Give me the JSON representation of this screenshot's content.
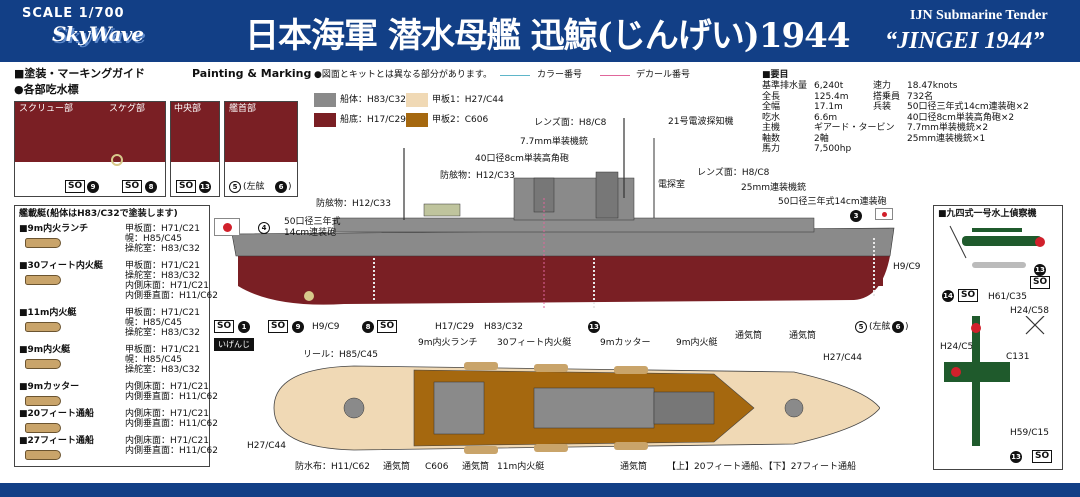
{
  "header": {
    "scale": "SCALE 1/700",
    "brand": "SkyWave",
    "title": "日本海軍 潜水母艦 迅鯨(じんげい)1944",
    "subtitle_en": "IJN Submarine Tender",
    "name_en": "“JINGEI 1944”"
  },
  "guide": {
    "title": "■塗装・マーキングガイド",
    "title_en": "Painting & Marking",
    "note": "●図面とキットとは異なる部分があります。",
    "legend_color": "カラー番号",
    "legend_decal": "デカール番号"
  },
  "draught": {
    "title": "●各部吃水標",
    "labels": [
      "スクリュー部",
      "スケグ部",
      "中央部",
      "艦首部"
    ],
    "so_labels": [
      "SO",
      "SO",
      "SO"
    ],
    "nums": [
      "9",
      "8",
      "13",
      "5"
    ],
    "bow_note": "(左舷",
    "bow_num": "6",
    "bow_close": ")"
  },
  "swatches": {
    "hull": "船体：H83/C32",
    "bottom": "船底：H17/C29",
    "deck1": "甲板1：H27/C44",
    "deck2": "甲板2：C606"
  },
  "colors": {
    "header": "#123f86",
    "hull": "#8a8a8a",
    "bottom": "#7a1f24",
    "deck1": "#f0d9b5",
    "deck2": "#a5680f",
    "cyan": "#5fb6c9",
    "magenta": "#e0669b"
  },
  "specs": {
    "title": "■要目",
    "rows": [
      [
        "基準排水量",
        "6,240t"
      ],
      [
        "全長",
        "125.4m"
      ],
      [
        "全幅",
        "17.1m"
      ],
      [
        "吃水",
        "6.6m"
      ],
      [
        "主機",
        "ギアード・タービン"
      ],
      [
        "軸数",
        "2軸"
      ],
      [
        "馬力",
        "7,500hp"
      ]
    ],
    "rows2": [
      [
        "速力",
        "18.47knots"
      ],
      [
        "搭乗員",
        "732名"
      ],
      [
        "兵装",
        "50口径三年式14cm連装砲×2"
      ],
      [
        "",
        "40口径8cm単装高角砲×2"
      ],
      [
        "",
        "7.7mm単装機銃×2"
      ],
      [
        "",
        "25mm連装機銃×1"
      ]
    ]
  },
  "boats": {
    "title": "艦載艇(船体はH83/C32で塗装します)",
    "items": [
      {
        "name": "■9m内火ランチ",
        "lines": [
          "甲板面：H71/C21",
          "幌：H85/C45",
          "操舵室：H83/C32"
        ]
      },
      {
        "name": "■30フィート内火艇",
        "lines": [
          "甲板面：H71/C21",
          "操舵室：H83/C32",
          "内側床面：H71/C21",
          "内側垂直面：H11/C62"
        ]
      },
      {
        "name": "■11m内火艇",
        "lines": [
          "甲板面：H71/C21",
          "幌：H85/C45",
          "操舵室：H83/C32"
        ]
      },
      {
        "name": "■9m内火艇",
        "lines": [
          "甲板面：H71/C21",
          "幌：H85/C45",
          "操舵室：H83/C32"
        ]
      },
      {
        "name": "■9mカッター",
        "lines": [
          "内側床面：H71/C21",
          "内側垂直面：H11/C62"
        ]
      },
      {
        "name": "■20フィート通船",
        "lines": [
          "内側床面：H71/C21",
          "内側垂直面：H11/C62"
        ]
      },
      {
        "name": "■27フィート通船",
        "lines": [
          "内側床面：H71/C21",
          "内側垂直面：H11/C62"
        ]
      }
    ]
  },
  "side": {
    "labels": {
      "lens1": "レンズ面：H8/C8",
      "radar": "21号電波探知機",
      "mg77": "7.7mm単装機銃",
      "gun8": "40口径8cm単装高角砲",
      "bulwark1": "防舷物：H12/C33",
      "radio": "電探室",
      "lens2": "レンズ面：H8/C8",
      "mg25": "25mm連装機銃",
      "bulwark2": "防舷物：H12/C33",
      "gun14a": "50口径三年式",
      "gun14b": "14cm連装砲",
      "gun14c": "50口径三年式14cm連装砲",
      "h9": "H9/C9",
      "h17": "H17/C29",
      "h83": "H83/C32",
      "h9b": "H9/C9",
      "port": "(左舷",
      "port_close": ")"
    },
    "so": [
      "SO",
      "SO",
      "SO"
    ],
    "nums": {
      "n4": "4",
      "n1": "1",
      "n9": "9",
      "n8": "8",
      "n13": "13",
      "n5": "5",
      "n6": "6",
      "n3": "3"
    },
    "kana": "いげんじ"
  },
  "top": {
    "labels": {
      "reel": "リール：H85/C45",
      "launch": "9m内火ランチ",
      "b30": "30フィート内火艇",
      "cutter": "9mカッター",
      "b9m": "9m内火艇",
      "vent1": "通気筒",
      "vent2": "通気筒",
      "h27a": "H27/C44",
      "h27b": "H27/C44",
      "tarp": "防水布：H11/C62",
      "vent3": "通気筒",
      "c606": "C606",
      "vent4": "通気筒",
      "b11": "11m内火艇",
      "vent5": "通気筒",
      "boats": "【上】20フィート通船、【下】27フィート通船"
    }
  },
  "plane": {
    "title": "■九四式一号水上偵察機",
    "labels": {
      "h61": "H61/C35",
      "h24a": "H24/C58",
      "h24b": "H24/C58",
      "c131": "C131",
      "h59": "H59/C15"
    },
    "so": [
      "SO",
      "SO",
      "SO"
    ],
    "nums": [
      "13",
      "14",
      "13"
    ]
  }
}
